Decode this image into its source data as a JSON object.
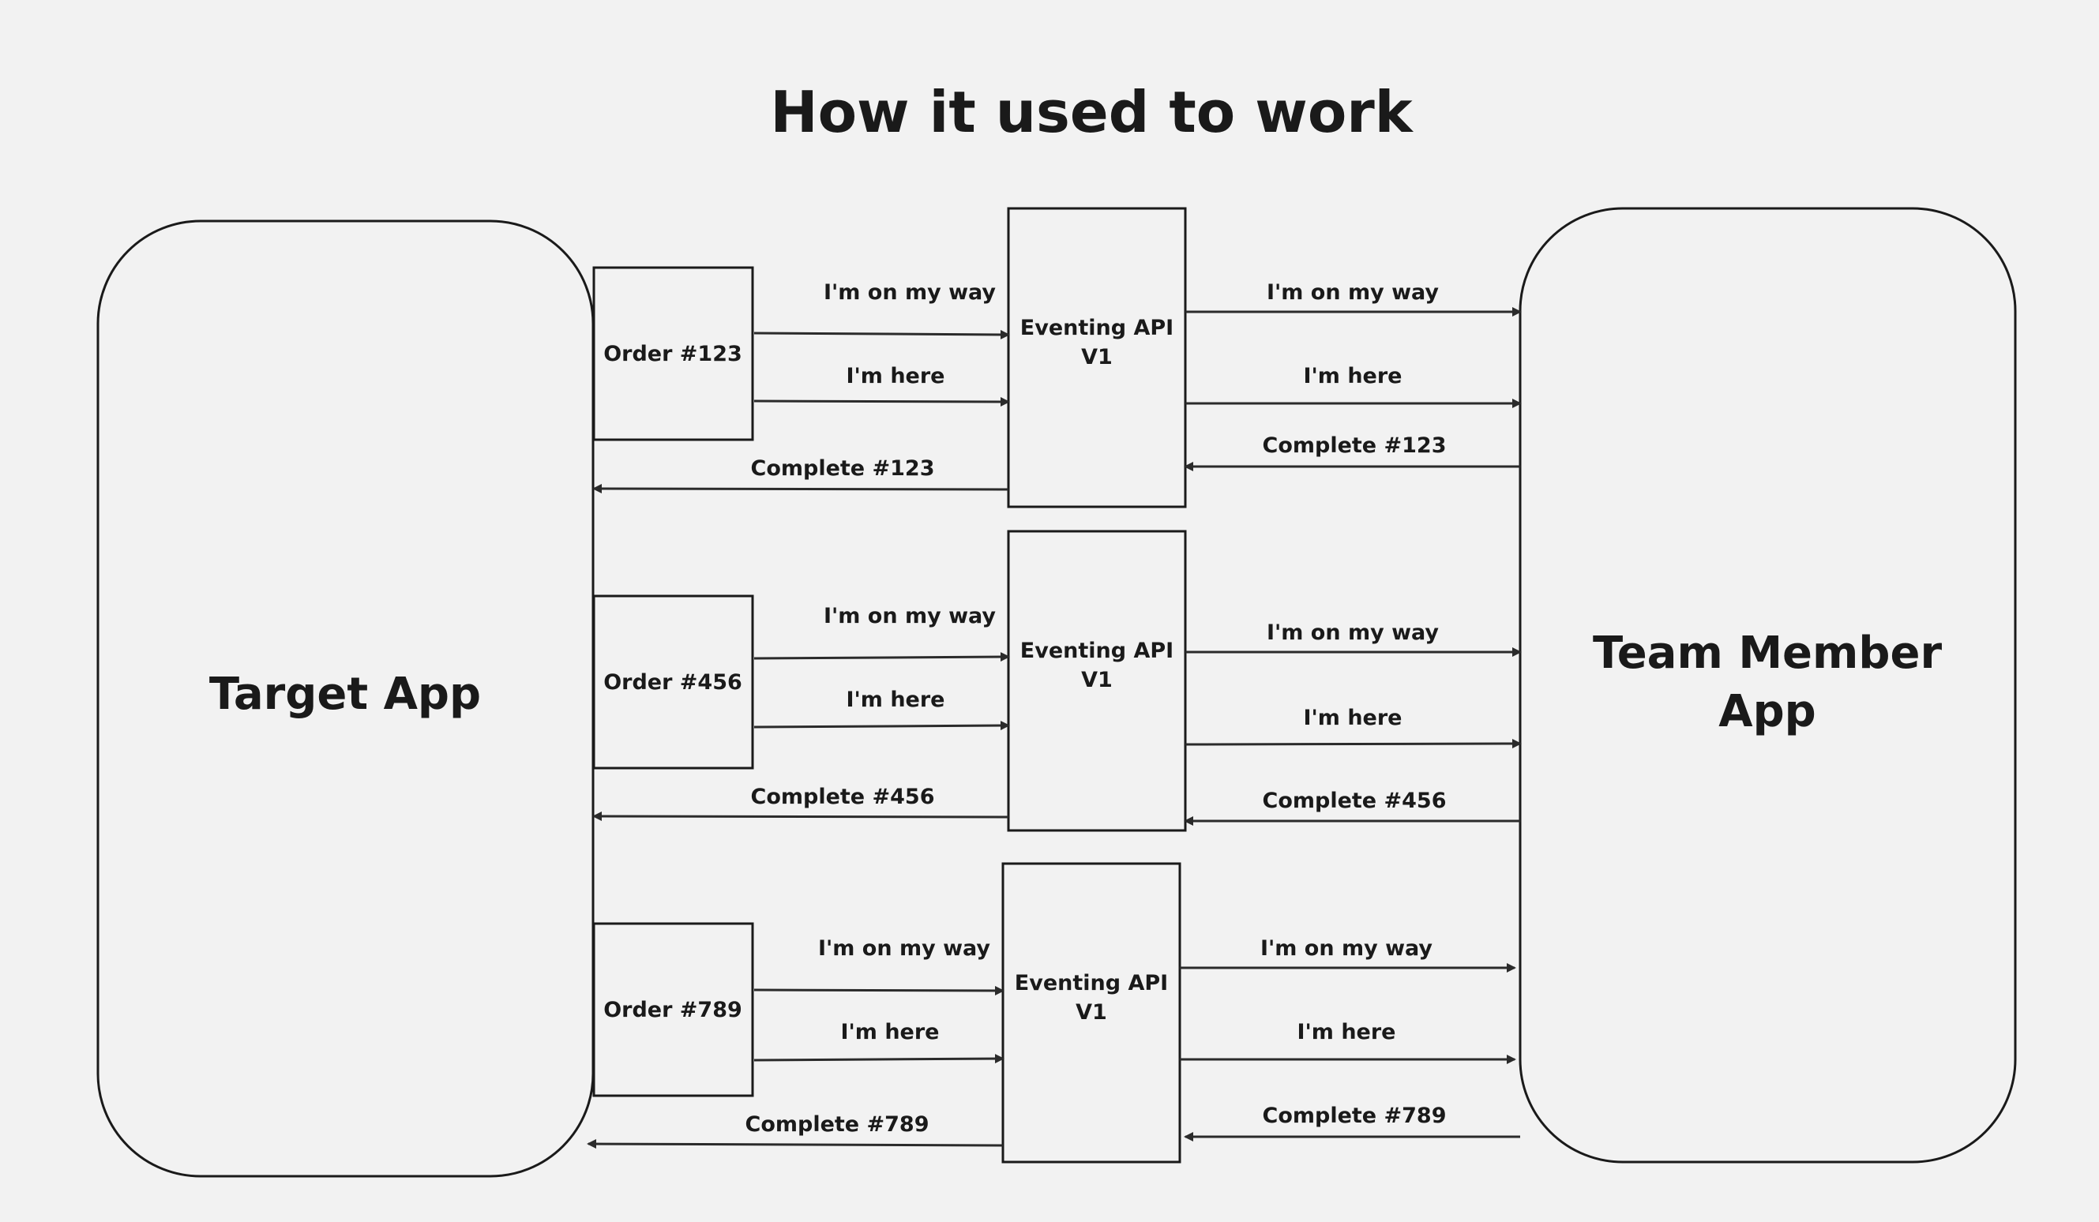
{
  "title": "How it used to work",
  "apps": {
    "target": "Target App",
    "team_line1": "Team Member",
    "team_line2": "App"
  },
  "groups": [
    {
      "order": "Order #123",
      "api_line1": "Eventing API",
      "api_line2": "V1",
      "left_on_my_way": "I'm on my way",
      "left_here": "I'm here",
      "left_complete": "Complete #123",
      "right_on_my_way": "I'm on my way",
      "right_here": "I'm here",
      "right_complete": "Complete #123"
    },
    {
      "order": "Order #456",
      "api_line1": "Eventing API",
      "api_line2": "V1",
      "left_on_my_way": "I'm on my way",
      "left_here": "I'm here",
      "left_complete": "Complete #456",
      "right_on_my_way": "I'm on my way",
      "right_here": "I'm here",
      "right_complete": "Complete #456"
    },
    {
      "order": "Order #789",
      "api_line1": "Eventing API",
      "api_line2": "V1",
      "left_on_my_way": "I'm on my way",
      "left_here": "I'm here",
      "left_complete": "Complete #789",
      "right_on_my_way": "I'm on my way",
      "right_here": "I'm here",
      "right_complete": "Complete #789"
    }
  ],
  "colors": {
    "background": "#f2f2f2",
    "stroke": "#1a1a1a"
  }
}
